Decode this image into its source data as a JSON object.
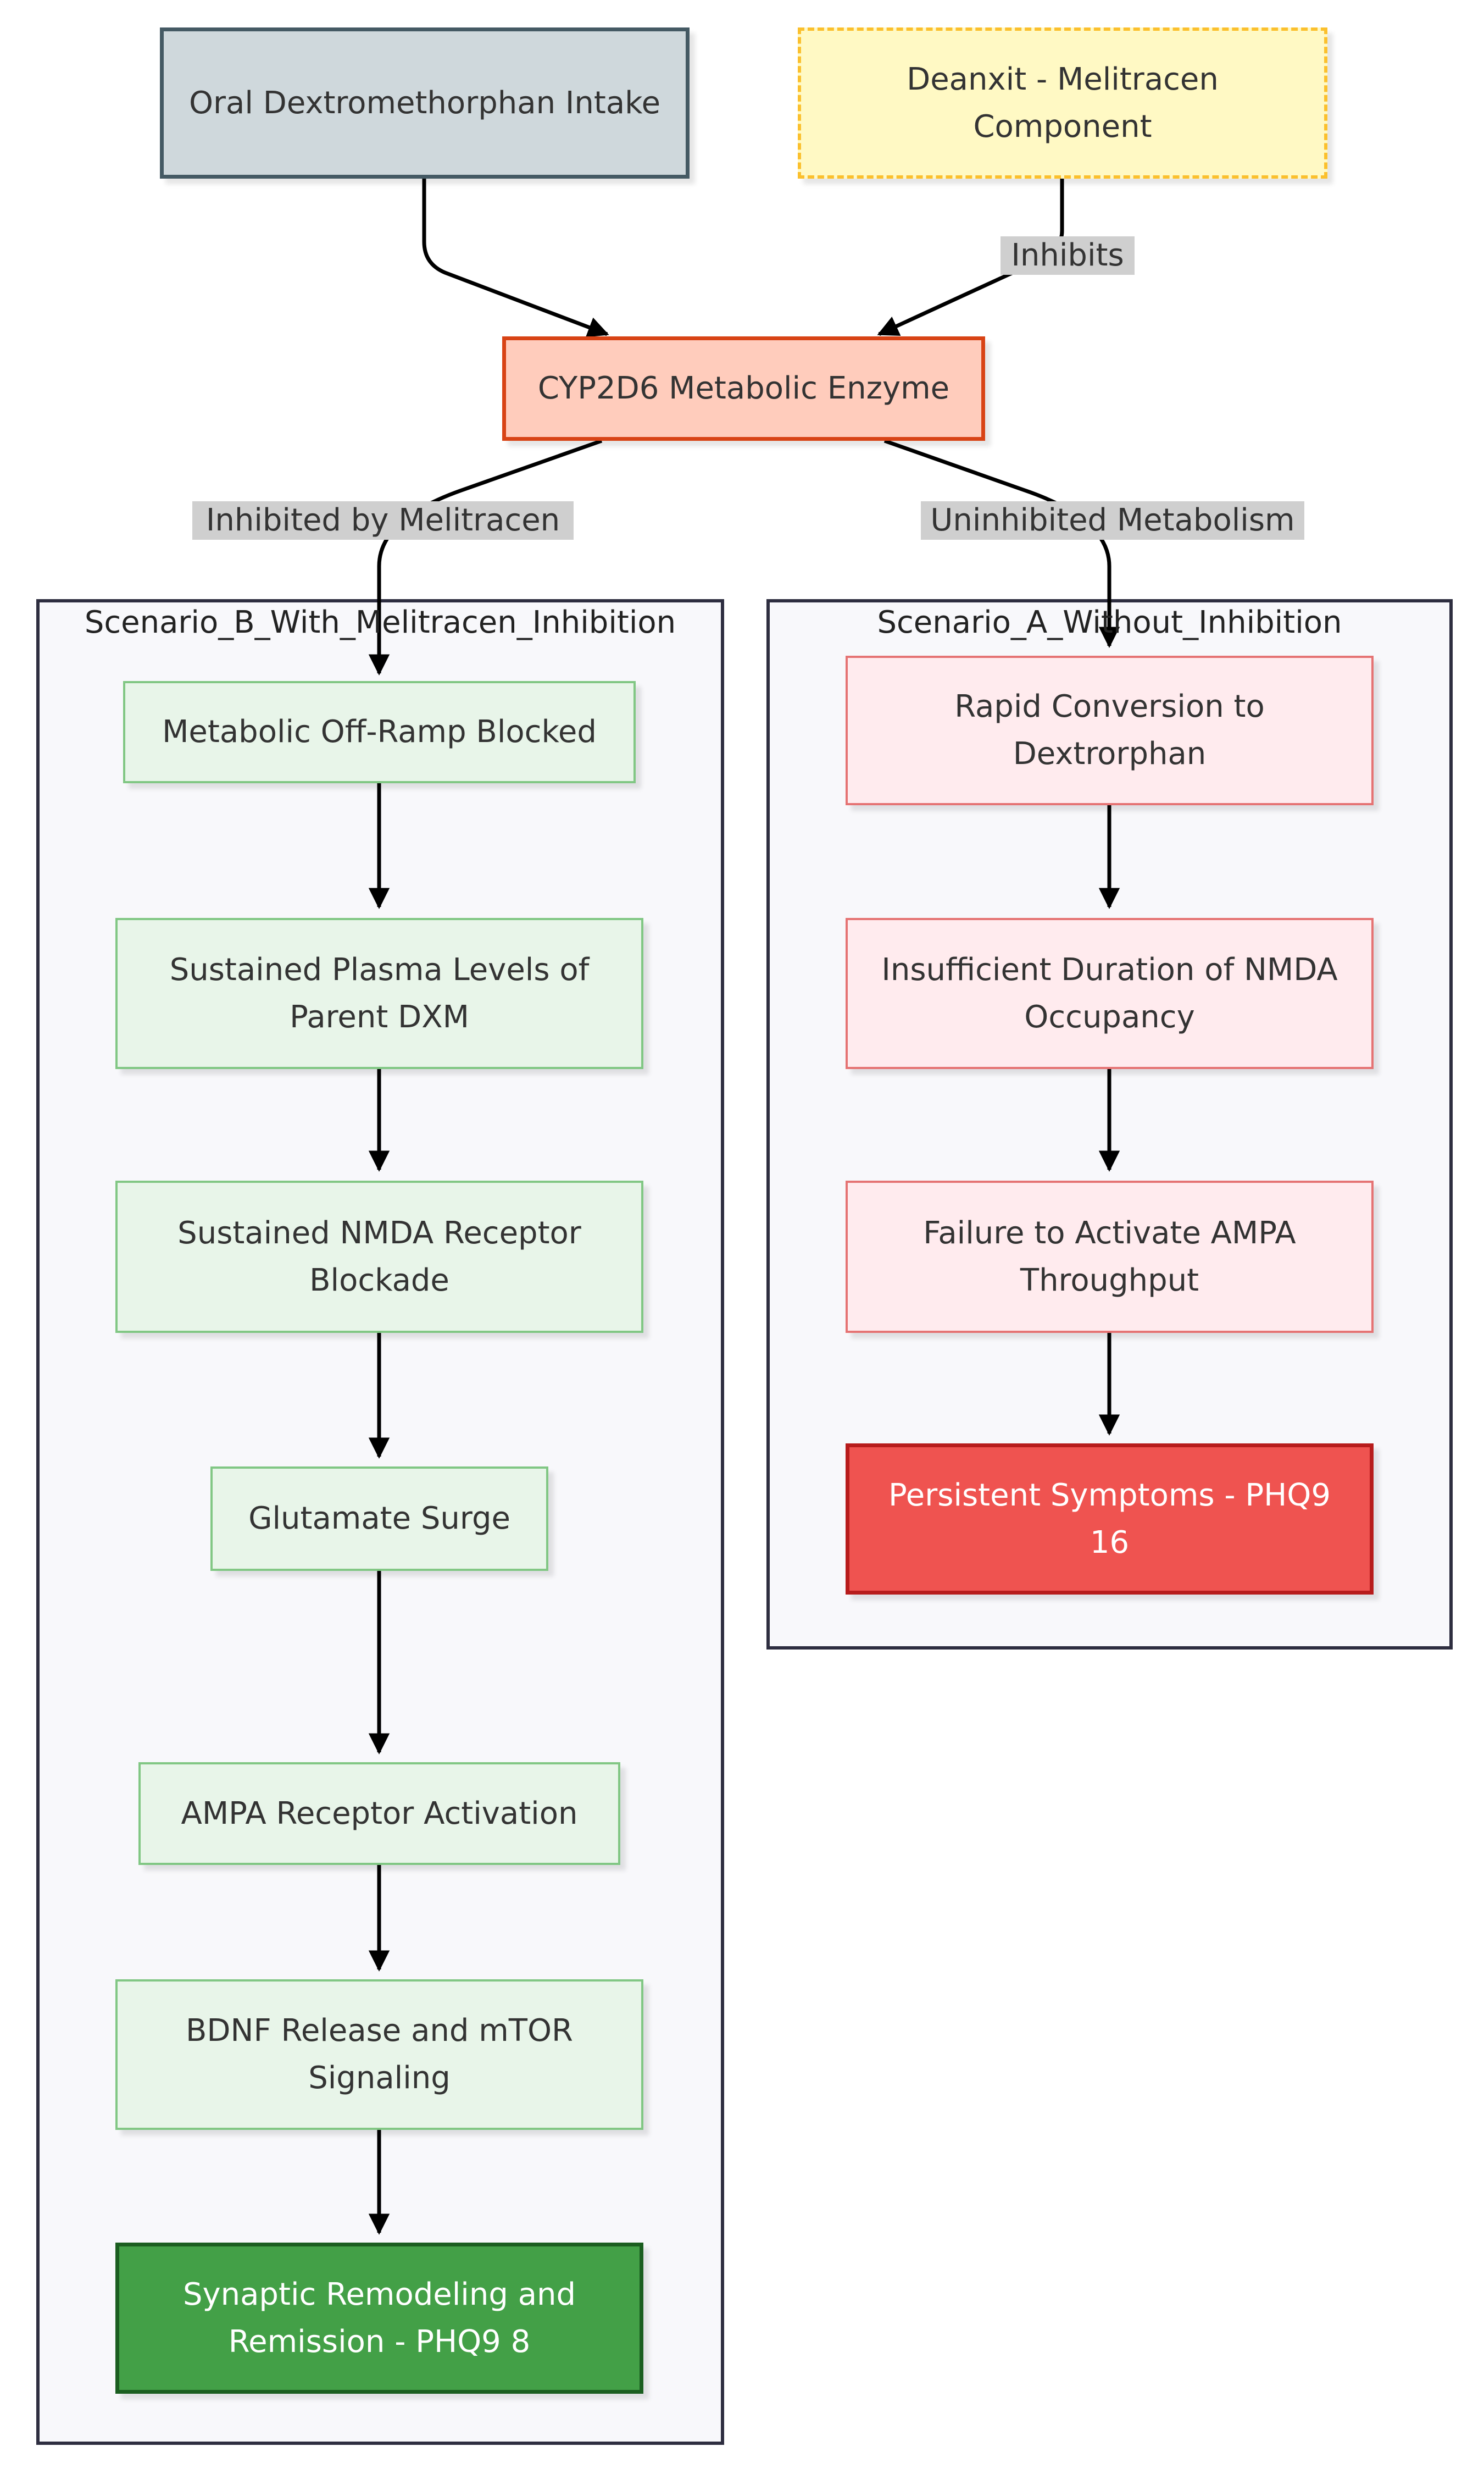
{
  "nodes": {
    "oral_dxm": "Oral Dextromethorphan Intake",
    "deanxit": "Deanxit - Melitracen Component",
    "cyp2d6": "CYP2D6 Metabolic Enzyme",
    "b_offramp": "Metabolic Off-Ramp Blocked",
    "b_plasma": "Sustained Plasma Levels of Parent DXM",
    "b_nmda": "Sustained NMDA Receptor Blockade",
    "b_glutamate": "Glutamate Surge",
    "b_ampa": "AMPA Receptor Activation",
    "b_bdnf": "BDNF Release and mTOR Signaling",
    "b_remission": "Synaptic Remodeling and Remission - PHQ9 8",
    "a_rapid": "Rapid Conversion to Dextrorphan",
    "a_insufficient": "Insufficient Duration of NMDA Occupancy",
    "a_failure": "Failure to Activate AMPA Throughput",
    "a_persistent": "Persistent Symptoms - PHQ9 16"
  },
  "clusters": {
    "scenario_b": "Scenario_B_With_Melitracen_Inhibition",
    "scenario_a": "Scenario_A_Without_Inhibition"
  },
  "edge_labels": {
    "inhibits": "Inhibits",
    "inhibited_by": "Inhibited by Melitracen",
    "uninhibited": "Uninhibited Metabolism"
  },
  "colors": {
    "green_path": "#43a047",
    "red_path": "#ef5350",
    "enzyme": "#ffccbc",
    "drug": "#fff9c4"
  }
}
